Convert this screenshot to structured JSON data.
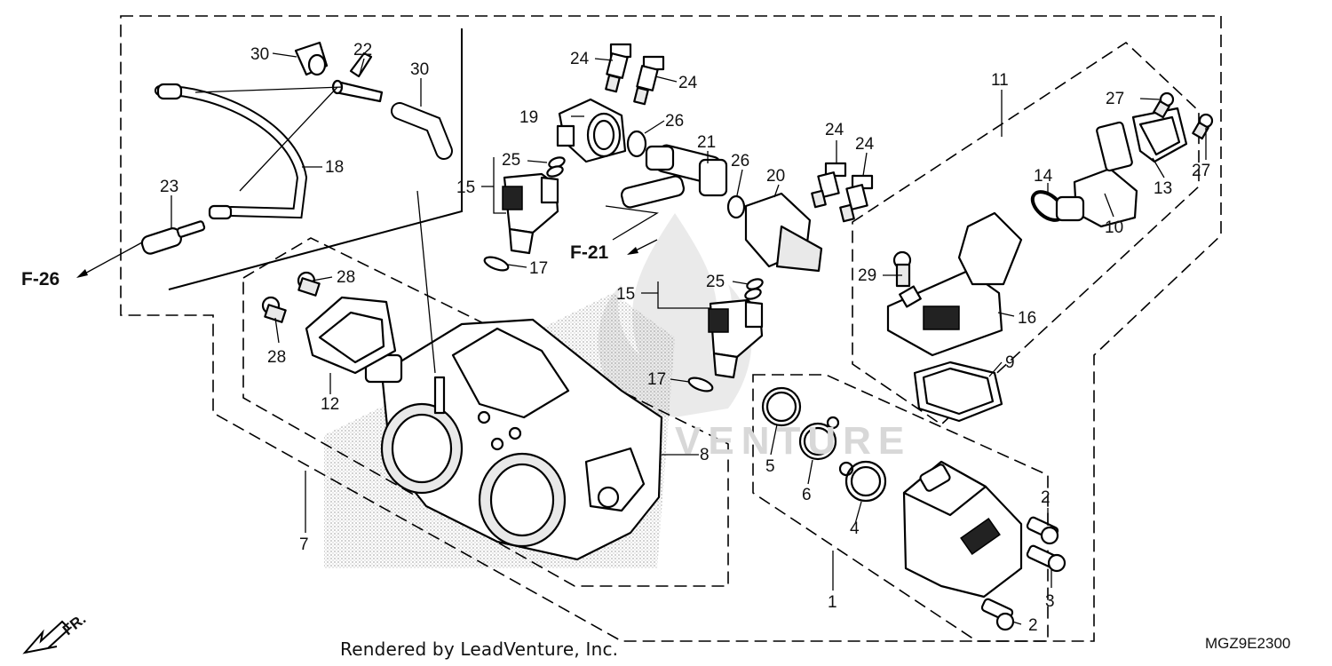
{
  "diagram": {
    "footer_text": "Rendered by LeadVenture, Inc.",
    "diagram_code": "MGZ9E2300",
    "watermark_text": "VENTURE",
    "front_indicator": "FR.",
    "references": {
      "f26": "F-26",
      "f21": "F-21"
    },
    "callouts": {
      "c1": "1",
      "c2a": "2",
      "c2b": "2",
      "c3": "3",
      "c4": "4",
      "c5": "5",
      "c6": "6",
      "c7": "7",
      "c8": "8",
      "c9": "9",
      "c10": "10",
      "c11": "11",
      "c12": "12",
      "c13": "13",
      "c14": "14",
      "c15a": "15",
      "c15b": "15",
      "c16": "16",
      "c17a": "17",
      "c17b": "17",
      "c18": "18",
      "c19": "19",
      "c20": "20",
      "c21": "21",
      "c22": "22",
      "c23": "23",
      "c24a": "24",
      "c24b": "24",
      "c24c": "24",
      "c24d": "24",
      "c25a": "25",
      "c25b": "25",
      "c26a": "26",
      "c26b": "26",
      "c27a": "27",
      "c27b": "27",
      "c28a": "28",
      "c28b": "28",
      "c29": "29",
      "c30a": "30",
      "c30b": "30"
    },
    "icons": {
      "throttle_body": "throttle-body-icon",
      "hose": "breather-hose-icon",
      "injector": "fuel-injector-icon",
      "sensor": "sensor-unit-icon",
      "ecu": "control-unit-icon",
      "bolt": "bolt-icon",
      "oring": "o-ring-icon"
    }
  }
}
